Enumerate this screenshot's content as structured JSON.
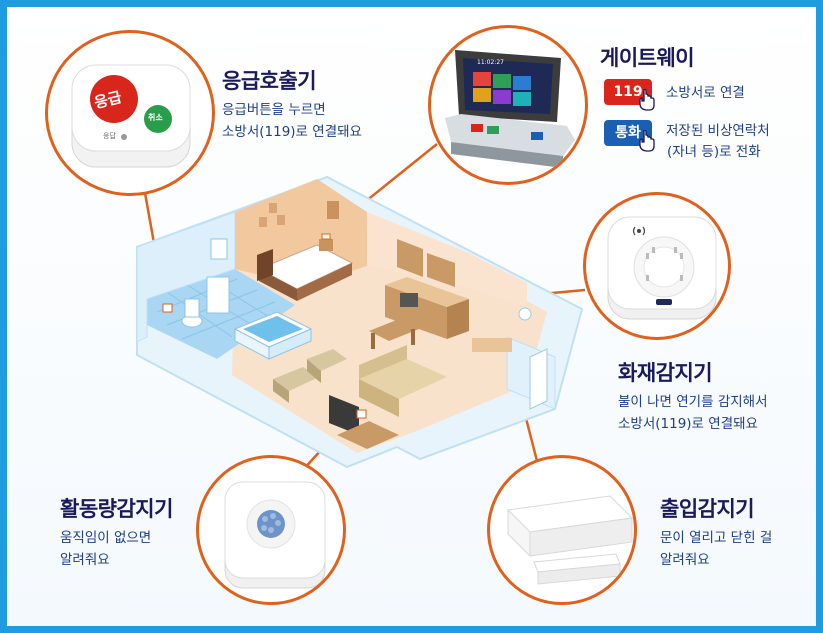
{
  "colors": {
    "frame": "#1f9be0",
    "callout": "#e0601c",
    "title": "#1a1a5c",
    "body_text": "#1f3f8c",
    "badge_119": "#d9261c",
    "badge_call": "#1a5fb4"
  },
  "emergency_caller": {
    "title": "응급호출기",
    "desc_line1": "응급버튼을 누르면",
    "desc_line2": "소방서(119)로 연결돼요",
    "device_emergency_label": "응급",
    "device_cancel_label": "취소",
    "device_small_label": "응답"
  },
  "gateway": {
    "title": "게이트웨이",
    "badge_119": "119",
    "badge_119_desc": "소방서로 연결",
    "badge_call": "통화",
    "badge_call_desc_line1": "저장된 비상연락처",
    "badge_call_desc_line2": "(자녀 등)로 전화",
    "screen_time": "11:02:27"
  },
  "fire_detector": {
    "title": "화재감지기",
    "desc_line1": "불이 나면 연기를 감지해서",
    "desc_line2": "소방서(119)로 연결돼요"
  },
  "activity_detector": {
    "title": "활동량감지기",
    "desc_line1": "움직임이 없으면",
    "desc_line2": "알려줘요"
  },
  "entry_detector": {
    "title": "출입감지기",
    "desc_line1": "문이 열리고 닫힌 걸",
    "desc_line2": "알려줘요"
  },
  "icons": [
    "hand-pointer-icon",
    "speaker-icon"
  ]
}
